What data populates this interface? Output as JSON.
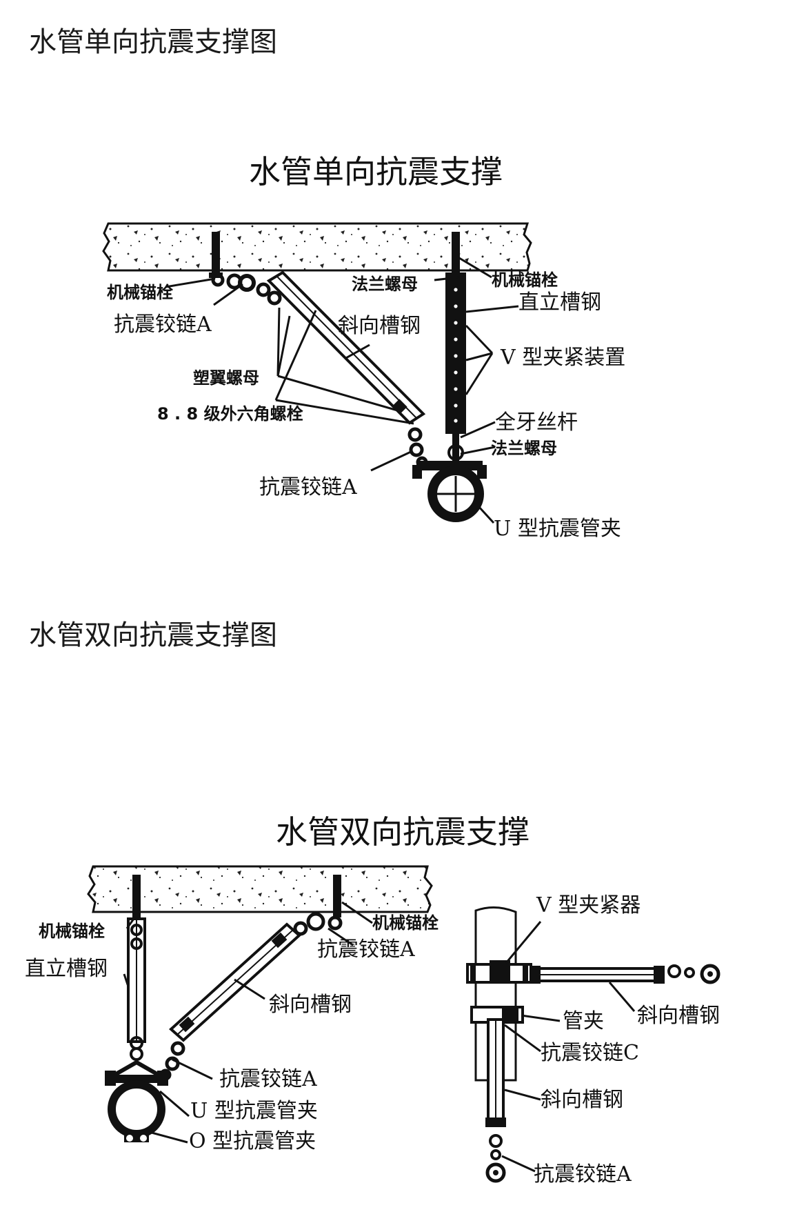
{
  "section1": {
    "heading": "水管单向抗震支撑图",
    "diagram_title": "水管单向抗震支撑",
    "labels": {
      "anchor_left": "机械锚栓",
      "hinge_top": "抗震铰链A",
      "flange_nut_top": "法兰螺母",
      "anchor_right": "机械锚栓",
      "vertical_channel": "直立槽钢",
      "diagonal_channel": "斜向槽钢",
      "v_clamp": "V 型夹紧装置",
      "wing_nut": "塑翼螺母",
      "hex_bolt": "8 . 8 级外六角螺栓",
      "threaded_rod": "全牙丝杆",
      "flange_nut_bottom": "法兰螺母",
      "hinge_bottom": "抗震铰链A",
      "u_clamp": "U 型抗震管夹"
    }
  },
  "section2": {
    "heading": "水管双向抗震支撑图",
    "diagram_title": "水管双向抗震支撑",
    "labels": {
      "anchor_left": "机械锚栓",
      "vertical_channel": "直立槽钢",
      "anchor_right": "机械锚栓",
      "hinge_top": "抗震铰链A",
      "diagonal_channel": "斜向槽钢",
      "hinge_bottom": "抗震铰链A",
      "u_clamp": "U 型抗震管夹",
      "o_clamp": "O 型抗震管夹"
    },
    "side_labels": {
      "v_clamp": "V 型夹紧器",
      "diagonal_channel_1": "斜向槽钢",
      "pipe_clamp": "管夹",
      "hinge_c": "抗震铰链C",
      "diagonal_channel_2": "斜向槽钢",
      "hinge_a": "抗震铰链A"
    }
  }
}
